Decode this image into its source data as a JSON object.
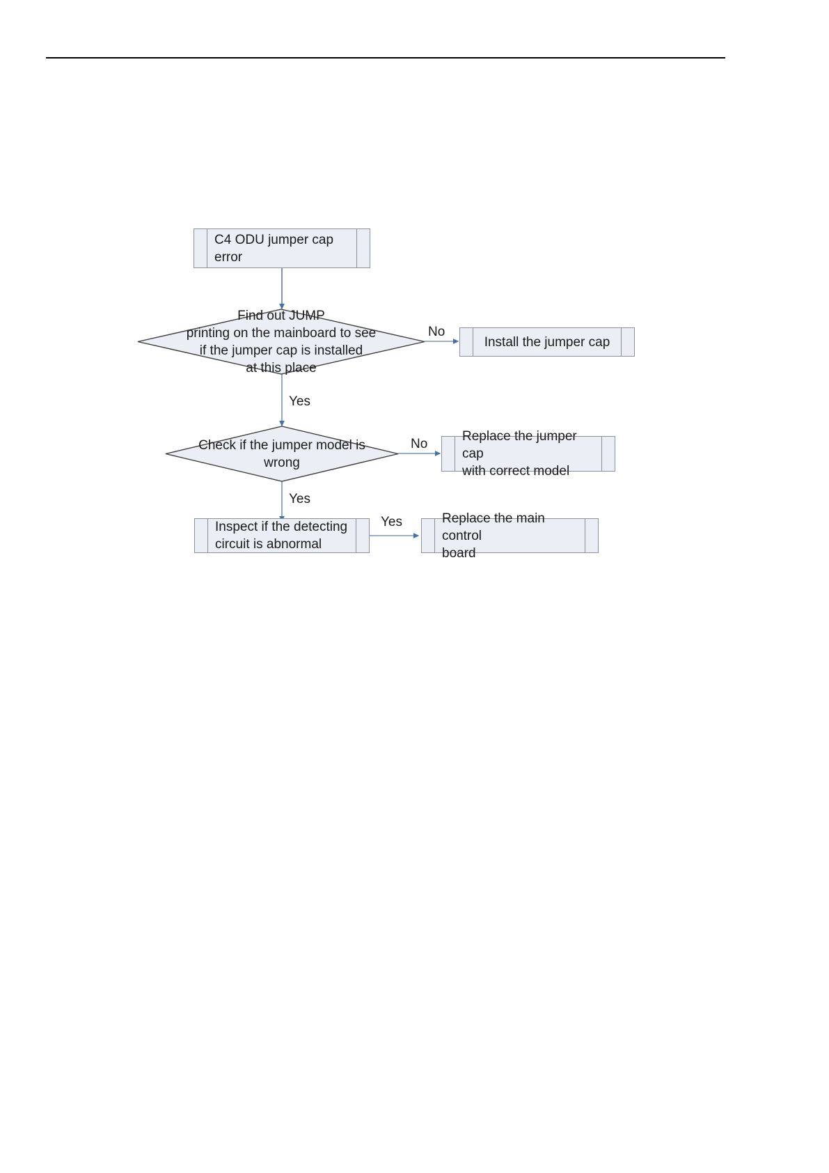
{
  "page": {
    "header_rule": true,
    "background": "#ffffff"
  },
  "colors": {
    "node_fill": "#eceef5",
    "node_stroke": "#8c8f9c",
    "diamond_stroke": "#3c3c3c",
    "arrow": "#4472a8",
    "connector_line": "#7f93b5",
    "text": "#1a1a1a"
  },
  "chart_data": {
    "type": "flowchart",
    "title": "C4 ODU jumper cap error troubleshooting",
    "nodes": [
      {
        "id": "start",
        "shape": "process",
        "label": "C4 ODU jumper cap\nerror"
      },
      {
        "id": "d1",
        "shape": "decision",
        "label": "Find out JUMP\nprinting on the mainboard to see\nif the jumper cap is installed\nat this place"
      },
      {
        "id": "a1",
        "shape": "process",
        "label": "Install the jumper cap"
      },
      {
        "id": "d2",
        "shape": "decision",
        "label": "Check if the jumper model is\nwrong"
      },
      {
        "id": "a2",
        "shape": "process",
        "label": "Replace the jumper cap\nwith correct model"
      },
      {
        "id": "d3",
        "shape": "process",
        "label": "Inspect if the detecting\ncircuit is abnormal"
      },
      {
        "id": "a3",
        "shape": "process",
        "label": "Replace the main control\nboard"
      }
    ],
    "edges": [
      {
        "from": "start",
        "to": "d1",
        "label": ""
      },
      {
        "from": "d1",
        "to": "a1",
        "label": "No"
      },
      {
        "from": "d1",
        "to": "d2",
        "label": "Yes"
      },
      {
        "from": "d2",
        "to": "a2",
        "label": "No"
      },
      {
        "from": "d2",
        "to": "d3",
        "label": "Yes"
      },
      {
        "from": "d3",
        "to": "a3",
        "label": "Yes"
      }
    ]
  },
  "nodes": {
    "start": {
      "label": "C4 ODU jumper cap\nerror"
    },
    "d1": {
      "label": "Find out JUMP\nprinting on the mainboard to see\nif the jumper cap is installed\nat this place"
    },
    "a1": {
      "label": "Install the jumper cap"
    },
    "d2": {
      "label": "Check if the jumper model is\nwrong"
    },
    "a2": {
      "label": "Replace the jumper cap\nwith correct model"
    },
    "d3": {
      "label": "Inspect if the detecting\ncircuit is abnormal"
    },
    "a3": {
      "label": "Replace the main control\nboard"
    }
  },
  "edge_labels": {
    "d1_no": "No",
    "d1_yes": "Yes",
    "d2_no": "No",
    "d2_yes": "Yes",
    "d3_yes": "Yes"
  }
}
